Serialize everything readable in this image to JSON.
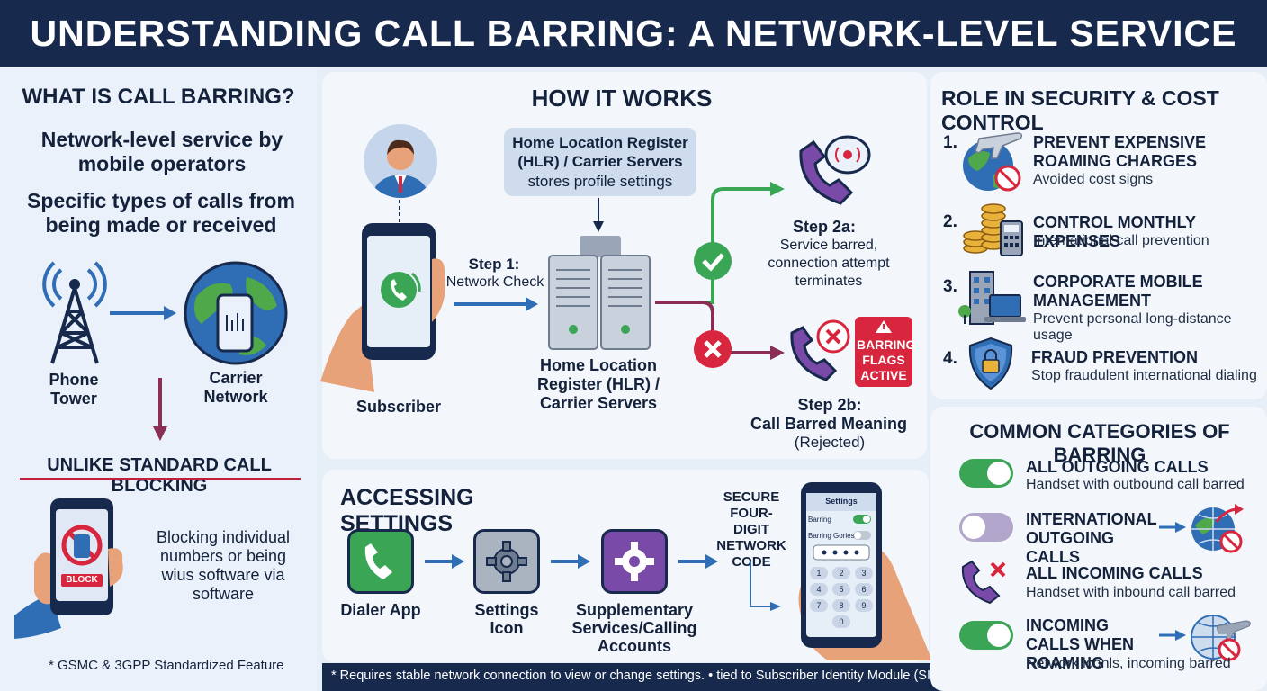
{
  "header": {
    "title": "UNDERSTANDING CALL BARRING: A NETWORK-LEVEL SERVICE"
  },
  "what": {
    "title": "WHAT IS CALL BARRING?",
    "line1": "Network-level service by mobile operators",
    "line2": "Specific types of calls from being made or received",
    "tower_label": "Phone Tower",
    "network_label": "Carrier Network",
    "unlike_title": "UNLIKE STANDARD CALL BLOCKING",
    "block_badge": "BLOCK",
    "blocking_text": "Blocking individual numbers or being wius software via software",
    "footnote": "* GSMC & 3GPP Standardized Feature"
  },
  "how": {
    "title": "HOW IT WORKS",
    "hlr_box_title": "Home Location Register (HLR) / Carrier Servers",
    "hlr_box_sub": "stores profile settings",
    "subscriber_label": "Subscriber",
    "step1_title": "Step 1:",
    "step1_text": "Network Check",
    "server_label": "Home Location Register (HLR) / Carrier Servers",
    "step2a_title": "Step 2a:",
    "step2a_text": "Service barred, connection attempt terminates",
    "step2b_title": "Step 2b:",
    "step2b_text": "Call Barred Meaning",
    "step2b_sub": "(Rejected)",
    "flags_badge": "BARRING FLAGS ACTIVE"
  },
  "settings": {
    "title": "ACCESSING SETTINGS",
    "dialer_label": "Dialer App",
    "settings_label": "Settings Icon",
    "supp_label": "Supplementary Services/Calling Accounts",
    "secure_label": "SECURE FOUR-DIGIT NETWORK CODE",
    "phone_header": "Settings",
    "phone_row1": "Barring",
    "phone_row2": "Barring Gories",
    "keypad": [
      "1",
      "2",
      "3",
      "4",
      "5",
      "6",
      "7",
      "8",
      "9",
      "0"
    ],
    "footnote": "* Requires stable network connection to view or change settings. • tied to Subscriber Identity Module (SIM)"
  },
  "role": {
    "title": "ROLE IN SECURITY & COST CONTROL",
    "items": [
      {
        "num": "1.",
        "title": "PREVENT EXPENSIVE ROAMING CHARGES",
        "sub": "Avoided cost signs"
      },
      {
        "num": "2.",
        "title": "CONTROL MONTHLY EXPENSES",
        "sub": "International call prevention"
      },
      {
        "num": "3.",
        "title": "CORPORATE MOBILE MANAGEMENT",
        "sub": "Prevent personal long-distance usage"
      },
      {
        "num": "4.",
        "title": "FRAUD PREVENTION",
        "sub": "Stop fraudulent international dialing"
      }
    ]
  },
  "categories": {
    "title": "COMMON CATEGORIES OF BARRING",
    "items": [
      {
        "title": "ALL OUTGOING CALLS",
        "sub": "Handset with outbound call barred"
      },
      {
        "title": "INTERNATIONAL OUTGOING CALLS",
        "sub": ""
      },
      {
        "title": "ALL INCOMING CALLS",
        "sub": "Handset with inbound call barred"
      },
      {
        "title": "INCOMING CALLS WHEN ROAMING",
        "sub": "Network iconls, incoming barred"
      }
    ]
  },
  "colors": {
    "navy": "#17294c",
    "green": "#3aa655",
    "red": "#d7263d",
    "blue": "#2f6db5",
    "purple": "#7a4aa8"
  }
}
